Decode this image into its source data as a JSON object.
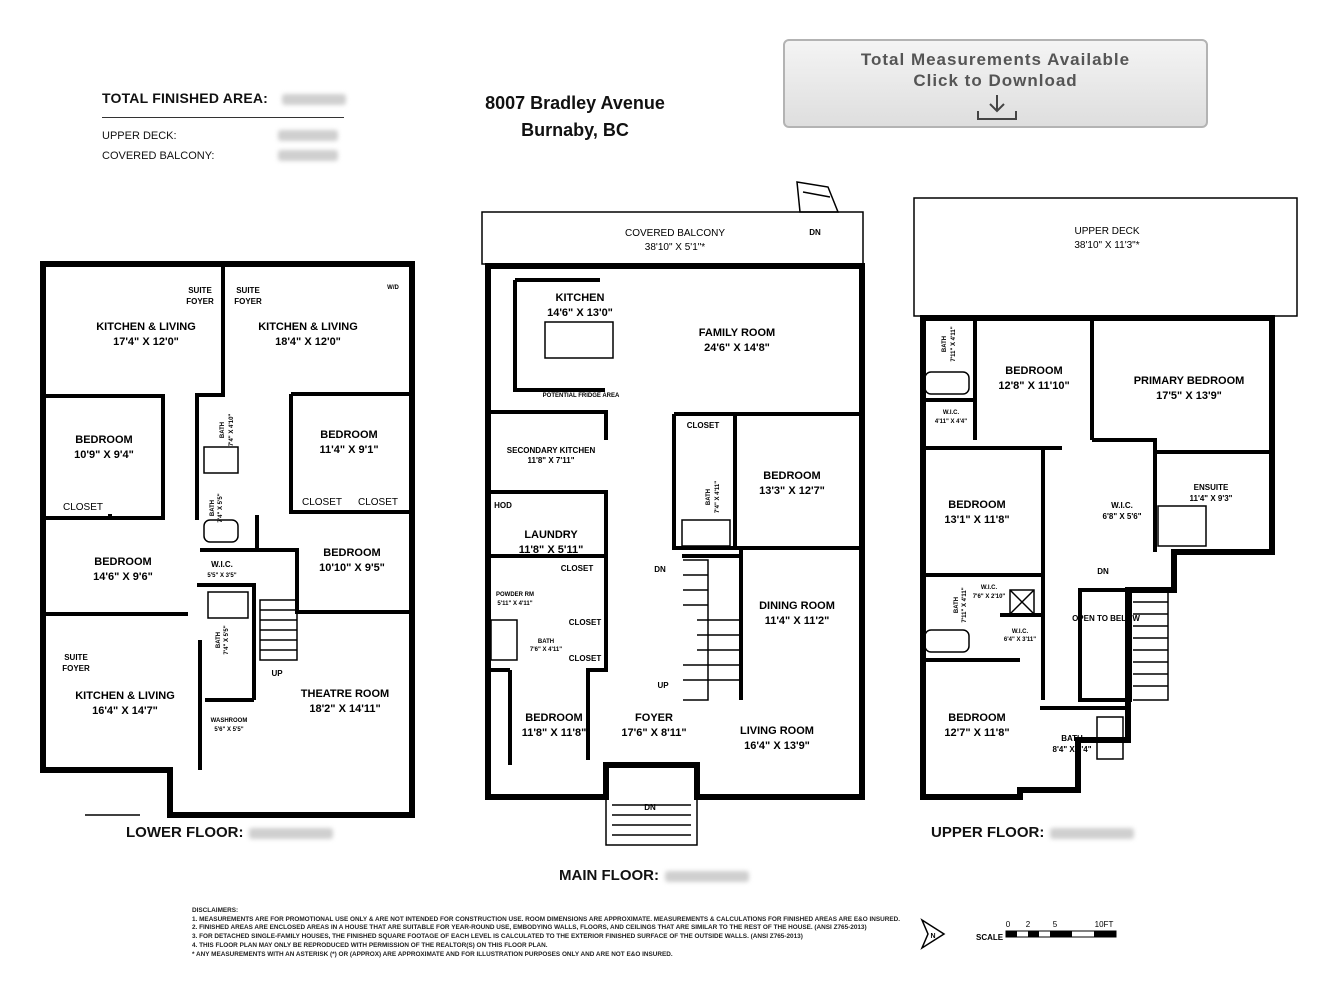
{
  "summary": {
    "total_label": "TOTAL FINISHED AREA:",
    "upper_deck_label": "UPPER DECK:",
    "covered_balcony_label": "COVERED BALCONY:"
  },
  "address": {
    "line1": "8007 Bradley Avenue",
    "line2": "Burnaby, BC"
  },
  "download": {
    "line1": "Total Measurements Available",
    "line2": "Click to Download",
    "icon": "download-icon"
  },
  "floors": {
    "lower": {
      "label": "LOWER FLOOR:",
      "rooms": [
        {
          "name": "KITCHEN & LIVING",
          "dims": "17'4\" X 12'0\""
        },
        {
          "name": "KITCHEN & LIVING",
          "dims": "18'4\" X 12'0\""
        },
        {
          "name": "BEDROOM",
          "dims": "10'9\" X 9'4\""
        },
        {
          "name": "BEDROOM",
          "dims": "11'4\" X 9'1\""
        },
        {
          "name": "BEDROOM",
          "dims": "14'6\" X 9'6\""
        },
        {
          "name": "BEDROOM",
          "dims": "10'10\" X 9'5\""
        },
        {
          "name": "KITCHEN & LIVING",
          "dims": "16'4\" X 14'7\""
        },
        {
          "name": "THEATRE ROOM",
          "dims": "18'2\" X 14'11\""
        },
        {
          "name": "W.I.C.",
          "dims": "5'5\" X 3'5\""
        },
        {
          "name": "WASHROOM",
          "dims": "5'6\" X 5'5\""
        },
        {
          "name": "BATH",
          "dims": "7'4\" X 4'10\""
        },
        {
          "name": "BATH",
          "dims": "7'4\" X 5'5\""
        },
        {
          "name": "BATH",
          "dims": "7'4\" X 5'5\""
        }
      ],
      "labels": [
        "SUITE FOYER",
        "SUITE FOYER",
        "SUITE FOYER",
        "CLOSET",
        "CLOSET",
        "CLOSET",
        "UP",
        "W/D"
      ]
    },
    "main": {
      "label": "MAIN FLOOR:",
      "rooms": [
        {
          "name": "COVERED BALCONY",
          "dims": "38'10\" X 5'1\"*"
        },
        {
          "name": "KITCHEN",
          "dims": "14'6\" X 13'0\""
        },
        {
          "name": "FAMILY ROOM",
          "dims": "24'6\" X 14'8\""
        },
        {
          "name": "SECONDARY KITCHEN",
          "dims": "11'8\" X 7'11\""
        },
        {
          "name": "BEDROOM",
          "dims": "13'3\" X 12'7\""
        },
        {
          "name": "LAUNDRY",
          "dims": "11'8\" X 5'11\""
        },
        {
          "name": "DINING ROOM",
          "dims": "11'4\" X 11'2\""
        },
        {
          "name": "POWDER RM",
          "dims": "5'11\" X 4'11\""
        },
        {
          "name": "BATH",
          "dims": "7'6\" X 4'11\""
        },
        {
          "name": "BATH",
          "dims": "7'4\" X 4'11\""
        },
        {
          "name": "BEDROOM",
          "dims": "11'8\" X 11'8\""
        },
        {
          "name": "FOYER",
          "dims": "17'6\" X 8'11\""
        },
        {
          "name": "LIVING ROOM",
          "dims": "16'4\" X 13'9\""
        }
      ],
      "labels": [
        "POTENTIAL FRIDGE AREA",
        "CLOSET",
        "CLOSET",
        "CLOSET",
        "CLOSET",
        "HOD",
        "DN",
        "DN",
        "DN",
        "UP"
      ]
    },
    "upper": {
      "label": "UPPER FLOOR:",
      "rooms": [
        {
          "name": "UPPER DECK",
          "dims": "38'10\" X 11'3\"*"
        },
        {
          "name": "BEDROOM",
          "dims": "12'8\" X 11'10\""
        },
        {
          "name": "PRIMARY BEDROOM",
          "dims": "17'5\" X 13'9\""
        },
        {
          "name": "ENSUITE",
          "dims": "11'4\" X 9'3\""
        },
        {
          "name": "W.I.C.",
          "dims": "6'8\" X 5'6\""
        },
        {
          "name": "BEDROOM",
          "dims": "13'1\" X 11'8\""
        },
        {
          "name": "BEDROOM",
          "dims": "12'7\" X 11'8\""
        },
        {
          "name": "BATH",
          "dims": "8'4\" X 5'4\""
        },
        {
          "name": "BATH",
          "dims": "7'11\" X 4'11\""
        },
        {
          "name": "BATH",
          "dims": "7'11\" X 4'11\""
        },
        {
          "name": "W.I.C.",
          "dims": "4'11\" X 4'4\""
        },
        {
          "name": "W.I.C.",
          "dims": "7'6\" X 2'10\""
        },
        {
          "name": "W.I.C.",
          "dims": "6'4\" X 3'11\""
        }
      ],
      "labels": [
        "OPEN TO BELOW",
        "DN"
      ]
    }
  },
  "disclaimer": {
    "heading": "DISCLAIMERS:",
    "lines": [
      "1. MEASUREMENTS ARE FOR PROMOTIONAL USE ONLY & ARE NOT INTENDED FOR CONSTRUCTION USE. ROOM DIMENSIONS ARE APPROXIMATE. MEASUREMENTS & CALCULATIONS FOR FINISHED AREAS ARE E&O INSURED.",
      "2. FINISHED AREAS ARE ENCLOSED AREAS IN A HOUSE THAT ARE SUITABLE FOR YEAR-ROUND USE, EMBODYING WALLS, FLOORS, AND CEILINGS THAT ARE SIMILAR TO THE REST OF THE HOUSE. (ANSI Z765-2013)",
      "3. FOR DETACHED SINGLE-FAMILY HOUSES, THE FINISHED SQUARE FOOTAGE OF EACH LEVEL IS CALCULATED TO THE EXTERIOR FINISHED SURFACE OF THE OUTSIDE WALLS. (ANSI Z765-2013)",
      "4. THIS FLOOR PLAN MAY ONLY BE REPRODUCED WITH PERMISSION OF THE REALTOR(S) ON THIS FLOOR PLAN.",
      "* ANY MEASUREMENTS WITH AN ASTERISK (*) OR (APPROX) ARE APPROXIMATE AND FOR ILLUSTRATION PURPOSES ONLY AND ARE NOT E&O INSURED."
    ]
  },
  "scale": {
    "label": "SCALE",
    "ticks": [
      "0",
      "2",
      "5",
      "10FT"
    ],
    "north": "N"
  }
}
